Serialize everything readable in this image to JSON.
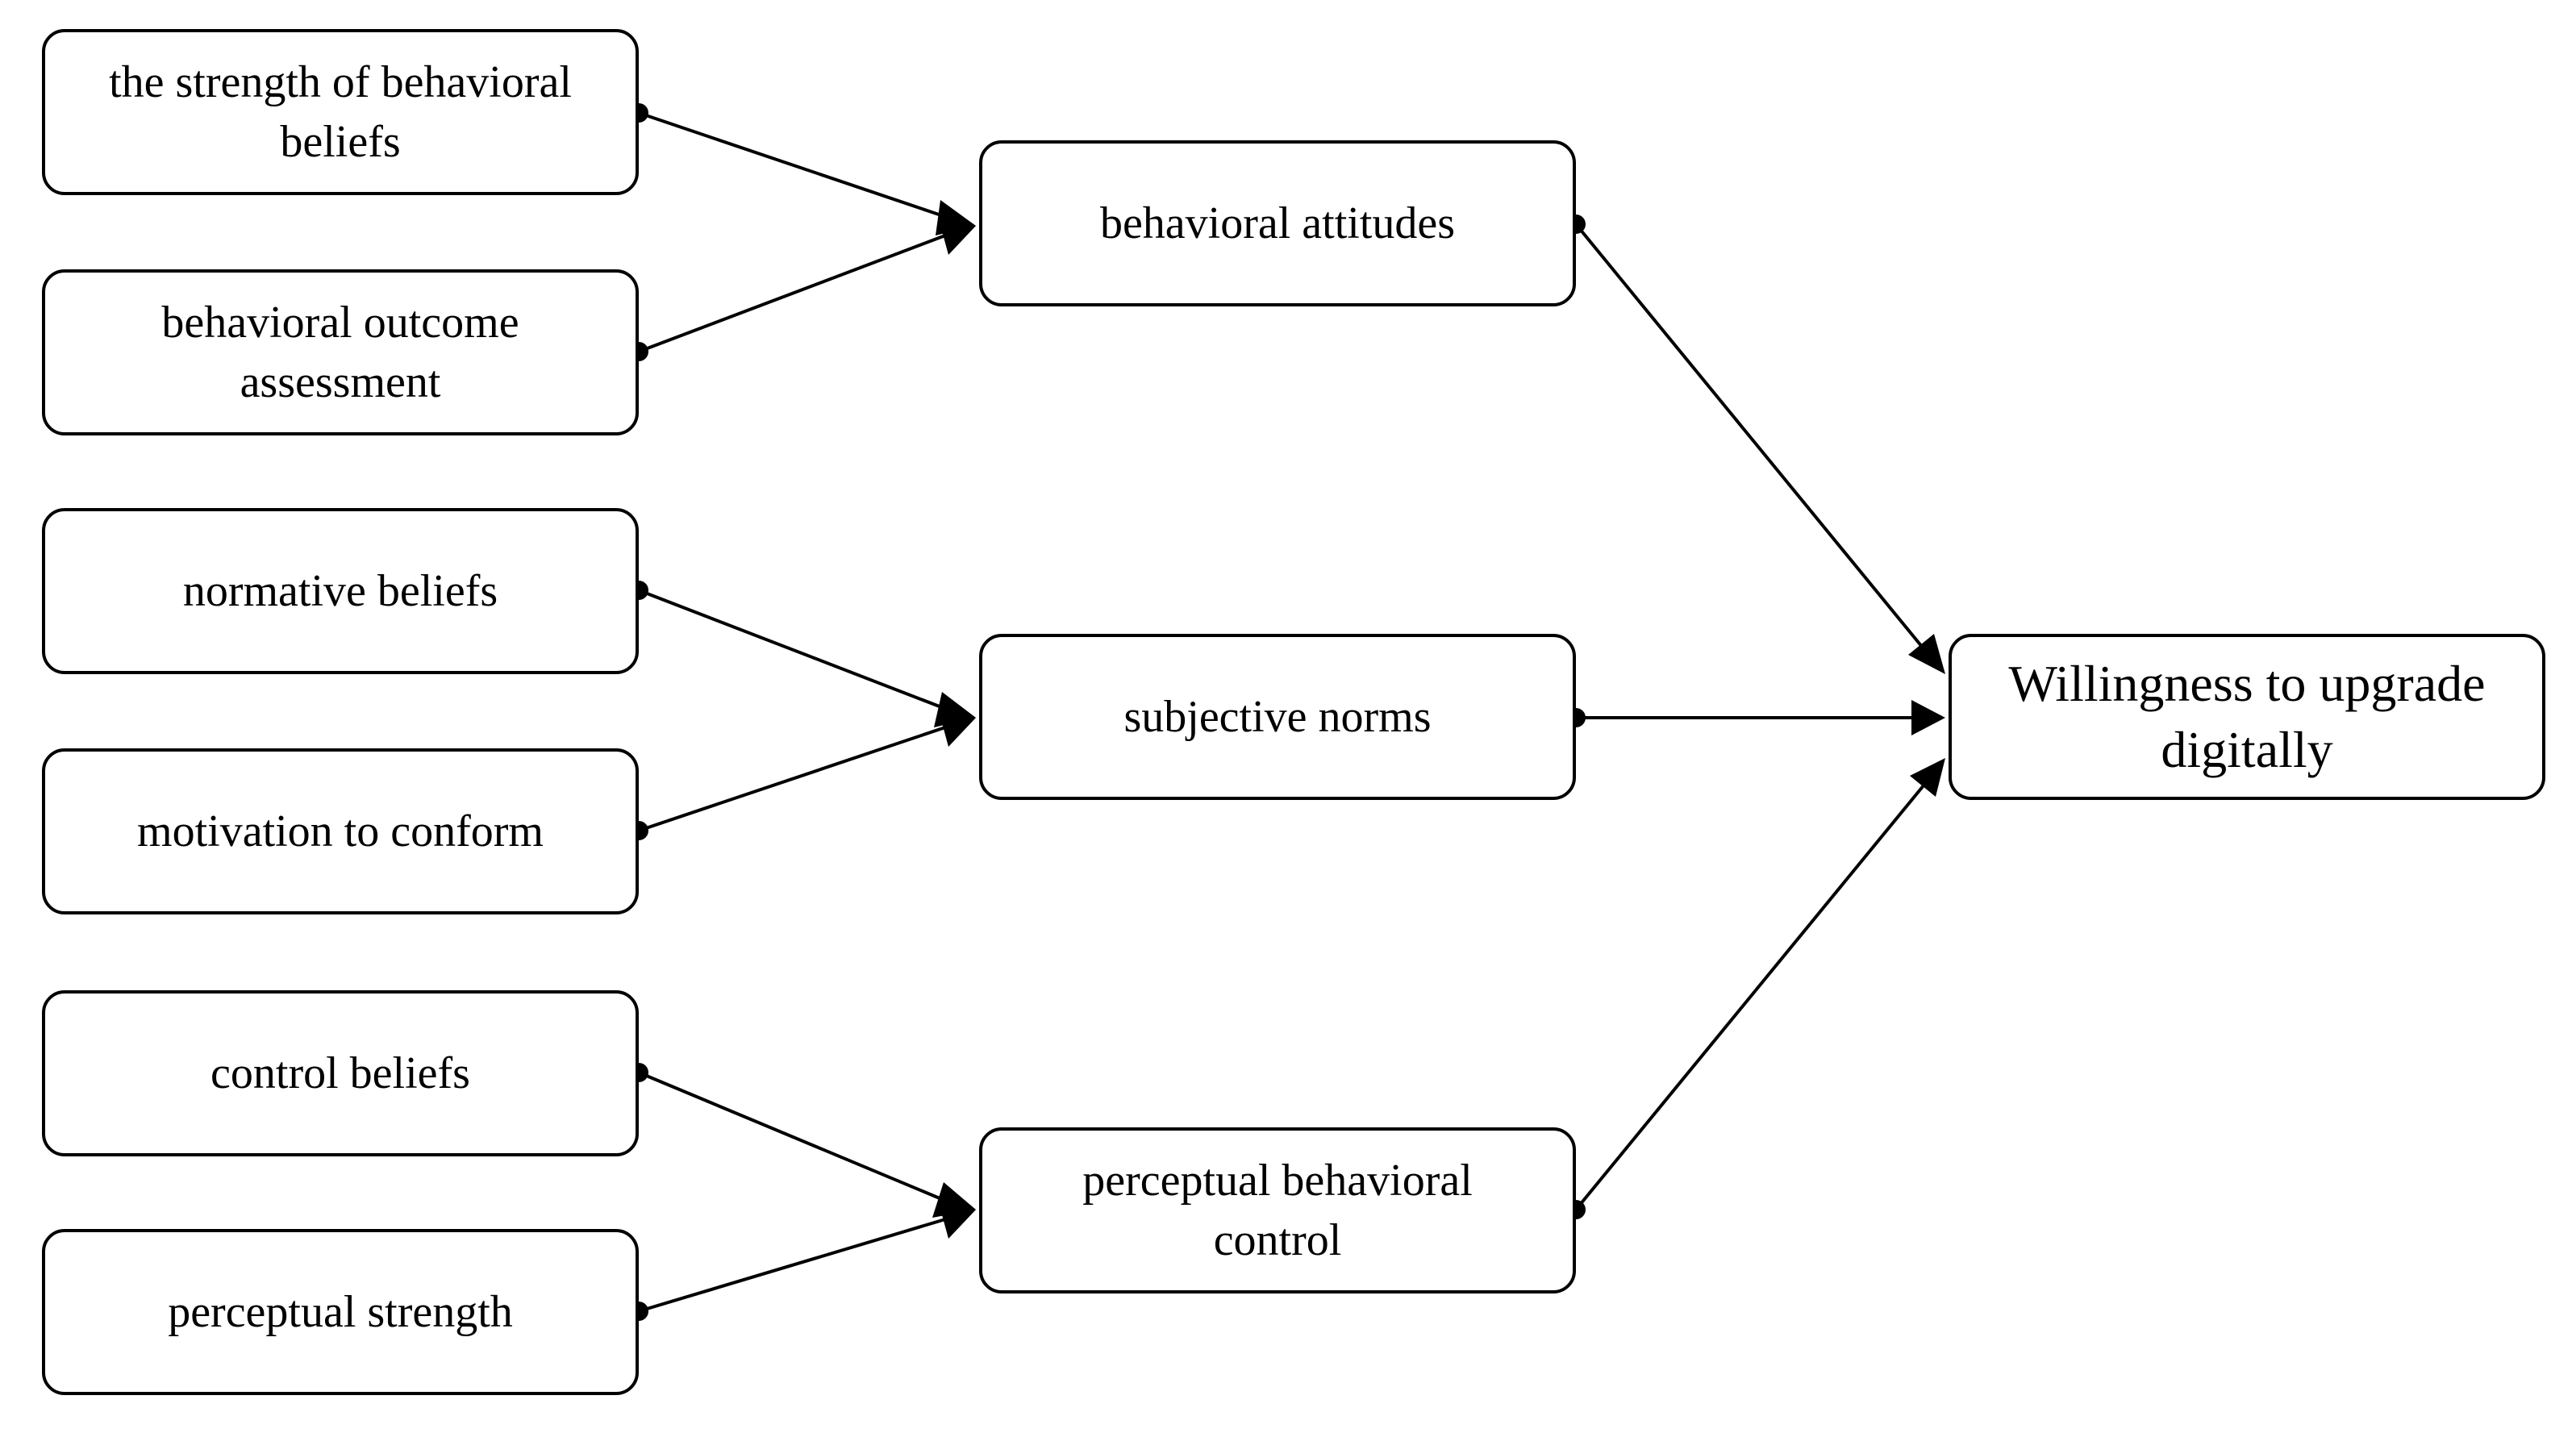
{
  "nodes": {
    "strength_of_behavioral_beliefs": "the strength of behavioral\nbeliefs",
    "behavioral_outcome_assessment": "behavioral outcome\nassessment",
    "normative_beliefs": "normative beliefs",
    "motivation_to_conform": "motivation to conform",
    "control_beliefs": "control beliefs",
    "perceptual_strength": "perceptual strength",
    "behavioral_attitudes": "behavioral attitudes",
    "subjective_norms": "subjective norms",
    "perceptual_behavioral_control": "perceptual behavioral\ncontrol",
    "willingness": "Willingness to upgrade\ndigitally"
  },
  "edges": [
    {
      "from": "strength_of_behavioral_beliefs",
      "to": "behavioral_attitudes"
    },
    {
      "from": "behavioral_outcome_assessment",
      "to": "behavioral_attitudes"
    },
    {
      "from": "normative_beliefs",
      "to": "subjective_norms"
    },
    {
      "from": "motivation_to_conform",
      "to": "subjective_norms"
    },
    {
      "from": "control_beliefs",
      "to": "perceptual_behavioral_control"
    },
    {
      "from": "perceptual_strength",
      "to": "perceptual_behavioral_control"
    },
    {
      "from": "behavioral_attitudes",
      "to": "willingness"
    },
    {
      "from": "subjective_norms",
      "to": "willingness"
    },
    {
      "from": "perceptual_behavioral_control",
      "to": "willingness"
    }
  ],
  "colors": {
    "stroke": "#000000",
    "background": "#ffffff"
  }
}
